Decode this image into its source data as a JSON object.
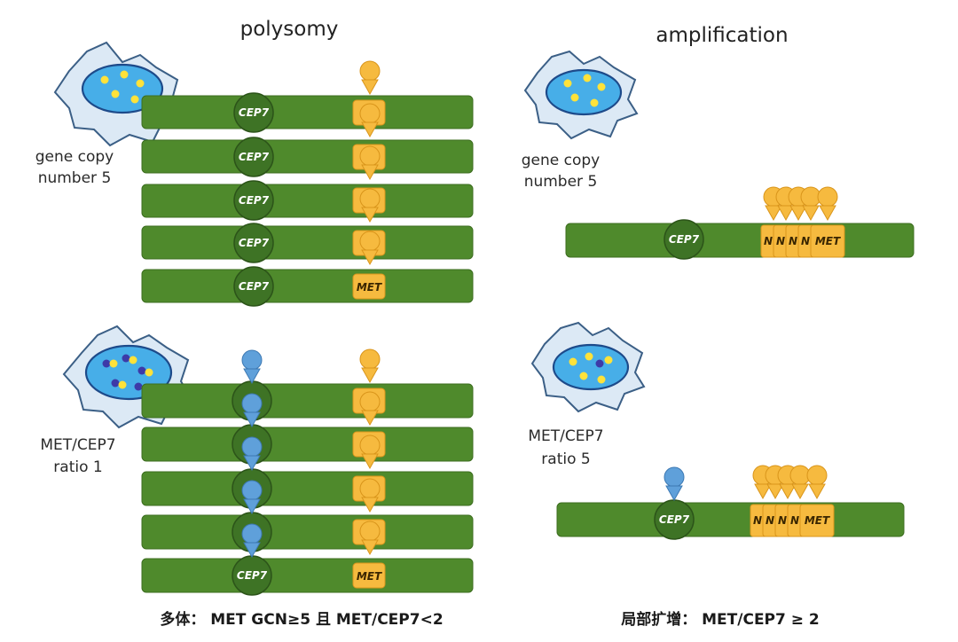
{
  "headers": {
    "left": "polysomy",
    "right": "amplification"
  },
  "side_labels": {
    "top_left": [
      "gene copy",
      "number 5"
    ],
    "top_right": [
      "gene copy",
      "number 5"
    ],
    "bottom_left": [
      "MET/CEP7",
      "ratio 1"
    ],
    "bottom_right": [
      "MET/CEP7",
      "ratio 5"
    ]
  },
  "chromosome_labels": {
    "centromere": "CEP7",
    "gene": "MET",
    "gene_truncated": "N"
  },
  "captions": {
    "left": "多体： MET GCN≥5 且 MET/CEP7<2",
    "right": "局部扩增： MET/CEP7 ≥ 2"
  },
  "colors": {
    "chromosome": "#4f8a2c",
    "centromere": "#3e7325",
    "met_probe": "#f6ba3f",
    "cep7_probe": "#5fa0da",
    "nucleus": "#47aee8"
  },
  "icons": [
    "cell-nucleus-icon",
    "yellow-signal-dot",
    "blue-signal-dot"
  ]
}
